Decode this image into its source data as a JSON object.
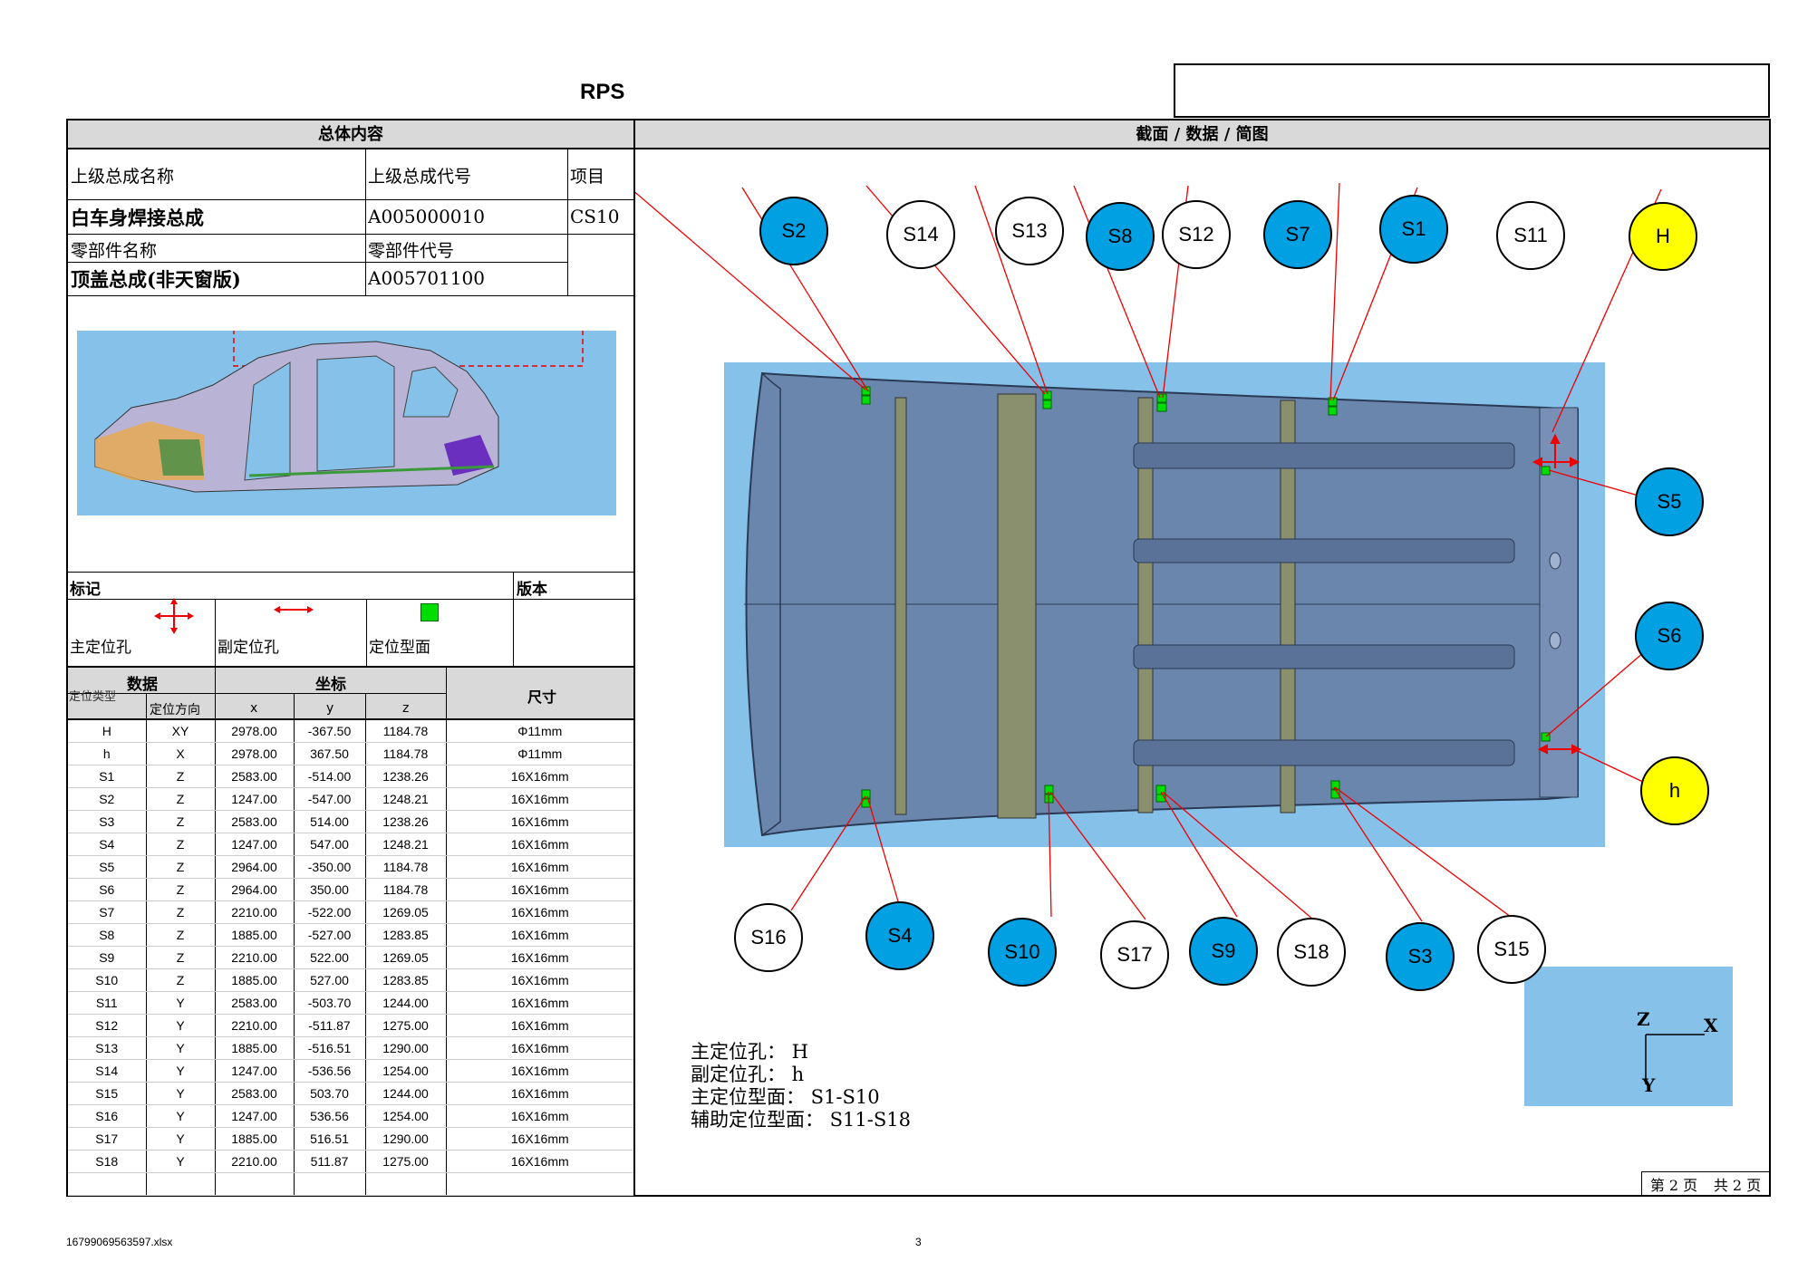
{
  "title": "RPS",
  "header": {
    "left": "总体内容",
    "right": "截面 / 数据 / 简图"
  },
  "info": {
    "parent_name_label": "上级总成名称",
    "parent_code_label": "上级总成代号",
    "project_label": "项目",
    "parent_name": "白车身焊接总成",
    "parent_code": "A005000010",
    "project": "CS10",
    "part_name_label": "零部件名称",
    "part_code_label": "零部件代号",
    "part_name": "顶盖总成(非天窗版)",
    "part_code": "A005701100"
  },
  "markers": {
    "title": "标记",
    "version": "版本",
    "main_hole": "主定位孔",
    "sub_hole": "副定位孔",
    "surface": "定位型面"
  },
  "table": {
    "data_header": "数据",
    "coord_header": "坐标",
    "size_header": "尺寸",
    "type_header": "定位类型",
    "dir_header": "定位方向",
    "x": "x",
    "y": "y",
    "z": "z",
    "rows": [
      [
        "H",
        "XY",
        "2978.00",
        "-367.50",
        "1184.78",
        "Φ11mm"
      ],
      [
        "h",
        "X",
        "2978.00",
        "367.50",
        "1184.78",
        "Φ11mm"
      ],
      [
        "S1",
        "Z",
        "2583.00",
        "-514.00",
        "1238.26",
        "16X16mm"
      ],
      [
        "S2",
        "Z",
        "1247.00",
        "-547.00",
        "1248.21",
        "16X16mm"
      ],
      [
        "S3",
        "Z",
        "2583.00",
        "514.00",
        "1238.26",
        "16X16mm"
      ],
      [
        "S4",
        "Z",
        "1247.00",
        "547.00",
        "1248.21",
        "16X16mm"
      ],
      [
        "S5",
        "Z",
        "2964.00",
        "-350.00",
        "1184.78",
        "16X16mm"
      ],
      [
        "S6",
        "Z",
        "2964.00",
        "350.00",
        "1184.78",
        "16X16mm"
      ],
      [
        "S7",
        "Z",
        "2210.00",
        "-522.00",
        "1269.05",
        "16X16mm"
      ],
      [
        "S8",
        "Z",
        "1885.00",
        "-527.00",
        "1283.85",
        "16X16mm"
      ],
      [
        "S9",
        "Z",
        "2210.00",
        "522.00",
        "1269.05",
        "16X16mm"
      ],
      [
        "S10",
        "Z",
        "1885.00",
        "527.00",
        "1283.85",
        "16X16mm"
      ],
      [
        "S11",
        "Y",
        "2583.00",
        "-503.70",
        "1244.00",
        "16X16mm"
      ],
      [
        "S12",
        "Y",
        "2210.00",
        "-511.87",
        "1275.00",
        "16X16mm"
      ],
      [
        "S13",
        "Y",
        "1885.00",
        "-516.51",
        "1290.00",
        "16X16mm"
      ],
      [
        "S14",
        "Y",
        "1247.00",
        "-536.56",
        "1254.00",
        "16X16mm"
      ],
      [
        "S15",
        "Y",
        "2583.00",
        "503.70",
        "1244.00",
        "16X16mm"
      ],
      [
        "S16",
        "Y",
        "1247.00",
        "536.56",
        "1254.00",
        "16X16mm"
      ],
      [
        "S17",
        "Y",
        "1885.00",
        "516.51",
        "1290.00",
        "16X16mm"
      ],
      [
        "S18",
        "Y",
        "2210.00",
        "511.87",
        "1275.00",
        "16X16mm"
      ]
    ]
  },
  "circles": {
    "S2": "S2",
    "S14": "S14",
    "S13": "S13",
    "S8": "S8",
    "S12": "S12",
    "S7": "S7",
    "S1": "S1",
    "S11": "S11",
    "H": "H",
    "S5": "S5",
    "S6": "S6",
    "h": "h",
    "S16": "S16",
    "S4": "S4",
    "S10": "S10",
    "S17": "S17",
    "S9": "S9",
    "S18": "S18",
    "S3": "S3",
    "S15": "S15"
  },
  "legend": {
    "line1": "主定位孔：  H",
    "line2": "副定位孔：  h",
    "line3": "主定位型面：  S1-S10",
    "line4": "辅助定位型面：  S11-S18"
  },
  "axes": {
    "z": "Z",
    "x": "X",
    "y": "Y"
  },
  "page": {
    "current": "第 2 页",
    "total": "共 2 页"
  },
  "footer": {
    "file": "16799069563597.xlsx",
    "sheet": "3"
  },
  "colors": {
    "blue_circle": "#00a0e3",
    "yellow_circle": "#ffff00",
    "image_bg": "#85c1e9",
    "marker_red": "#e00000",
    "marker_green": "#00dd00"
  }
}
